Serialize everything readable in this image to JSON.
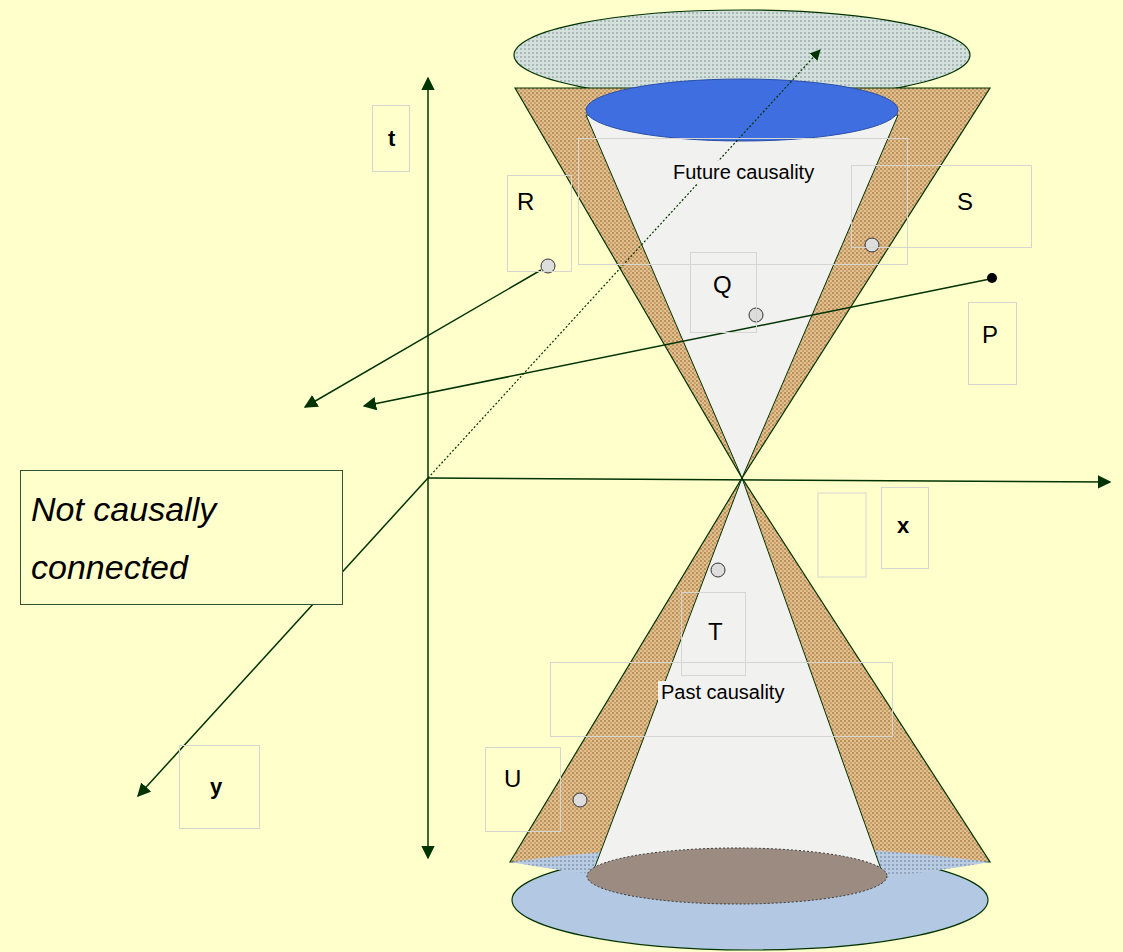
{
  "diagram": {
    "nodes": [
      {
        "text": [
          "t"
        ]
      },
      {
        "text": [
          "Future causality"
        ]
      },
      {
        "text": [
          "R"
        ]
      },
      {
        "text": [
          "S"
        ]
      },
      {
        "text": [
          "Q"
        ]
      },
      {
        "text": [
          "P"
        ]
      },
      {
        "text": [
          "Not causally connected"
        ]
      },
      {
        "text": [
          "x"
        ]
      },
      {
        "text": [
          "T"
        ]
      },
      {
        "text": [
          "Past causality"
        ]
      },
      {
        "text": [
          "U"
        ]
      },
      {
        "text": [
          "y"
        ]
      }
    ]
  }
}
